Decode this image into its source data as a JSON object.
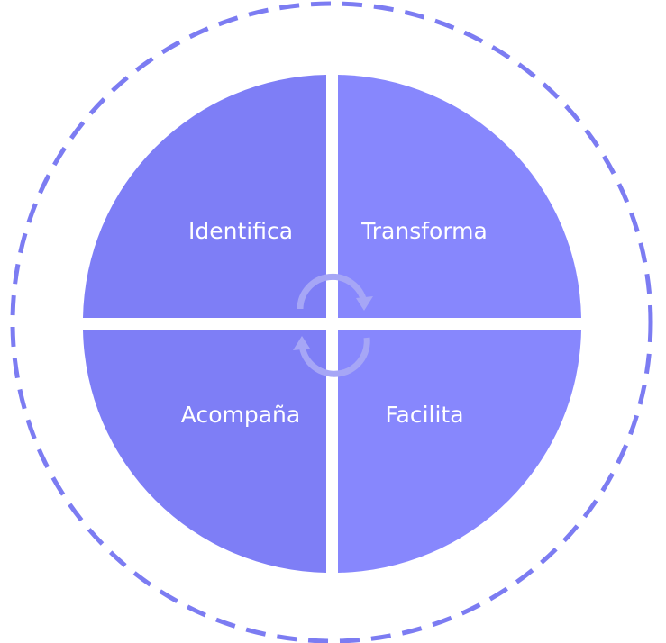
{
  "colors": {
    "dashed_ring": "#7c7cf2",
    "quadrant_left": "#7e7ef6",
    "quadrant_right": "#8787fd",
    "cycle_arrows": "#a6a6f6",
    "label_text": "#ffffff"
  },
  "quadrants": [
    {
      "label": "Identifica"
    },
    {
      "label": "Transforma"
    },
    {
      "label": "Acompaña"
    },
    {
      "label": "Facilita"
    }
  ],
  "center_icon": "cycle-arrows-icon"
}
